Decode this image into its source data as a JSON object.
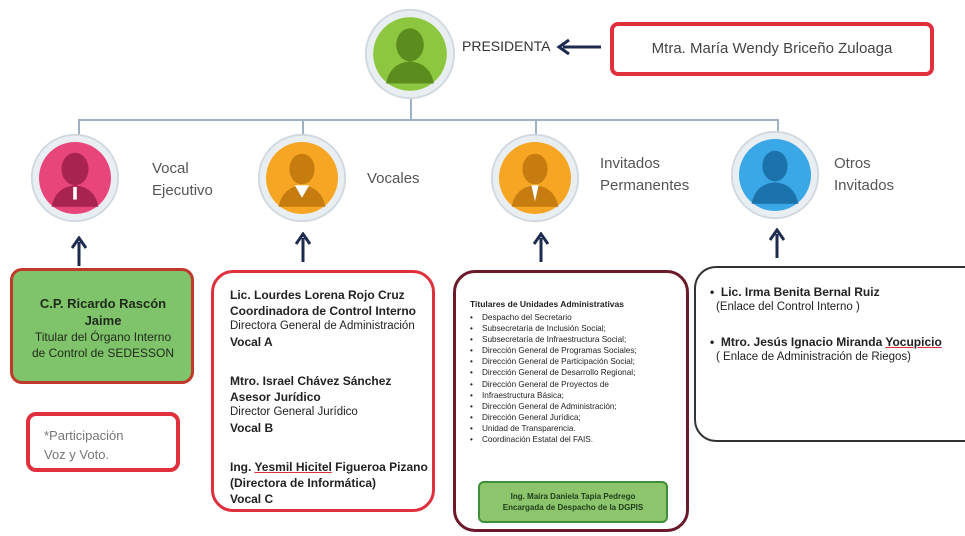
{
  "top": {
    "role": "PRESIDENTA",
    "name": "Mtra. María Wendy Briceño Zuloaga",
    "color": "#8dc63f"
  },
  "roles": [
    {
      "label": "Vocal\nEjecutivo",
      "color": "#e8457a"
    },
    {
      "label": "Vocales",
      "color": "#f6a623"
    },
    {
      "label": "Invitados\nPermanentes",
      "color": "#f6a623"
    },
    {
      "label": "Otros\nInvitados",
      "color": "#3aa7e6"
    }
  ],
  "vocal_ejecutivo": {
    "name": "C.P. Ricardo Rascón Jaime",
    "line1": "Titular del Órgano Interno",
    "line2": "de Control de SEDESSON"
  },
  "vocales": [
    {
      "name": "Lic. Lourdes Lorena Rojo Cruz",
      "title": "Coordinadora de Control Interno",
      "position": "Directora General de Administración",
      "vocal": "Vocal A"
    },
    {
      "name": "Mtro. Israel Chávez Sánchez",
      "title": "Asesor Jurídico",
      "position": "Director General Jurídico",
      "vocal": "Vocal B"
    },
    {
      "name_a": "Ing. ",
      "name_b": "Yesmil Hicitel",
      "name_c": " Figueroa Pizano",
      "title": "(Directora de Informática)",
      "vocal": "Vocal C"
    }
  ],
  "invitados_permanentes": {
    "heading": "Titulares de Unidades Administrativas",
    "items": [
      "Despacho del Secretario",
      "Subsecretaría de Inclusión Social;",
      "Subsecretaría de Infraestructura Social;",
      "Dirección General de Programas Sociales;",
      "Dirección General de Participación Social;",
      "Dirección General de Desarrollo Regional;",
      "Dirección General de Proyectos de",
      "Infraestructura Básica;",
      "Dirección General de Administración;",
      "Dirección General Jurídica;",
      "Unidad de Transparencia.",
      "Coordinación Estatal del FAIS."
    ],
    "enc_line1": "Ing. Maira Daniela Tapia Pedrego",
    "enc_line2": "Encargada de Despacho de la DGPIS"
  },
  "otros_invitados": {
    "p1_name": "Lic. Irma Benita Bernal Ruiz",
    "p1_role": "(Enlace del Control Interno )",
    "p2_name_a": "Mtro. Jesús Ignacio Miranda ",
    "p2_name_b": "Yocupicio",
    "p2_role": "( Enlace de Administración de Riegos)"
  },
  "note": {
    "line1": "*Participación",
    "line2": "Voz y Voto."
  }
}
